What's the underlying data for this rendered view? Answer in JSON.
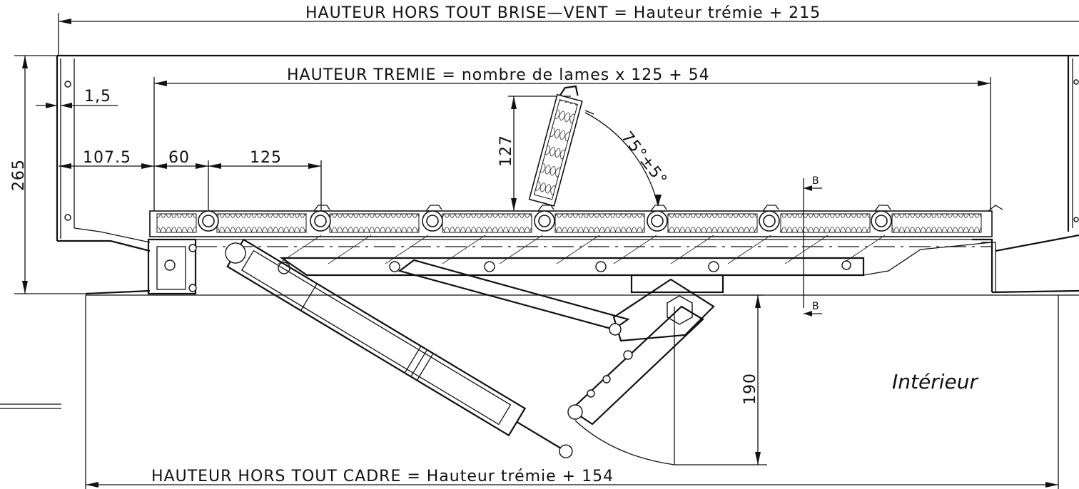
{
  "dimensions": {
    "top_overall": "HAUTEUR  HORS  TOUT  BRISE—VENT  =  Hauteur  trémie  +  215",
    "tremie": "HAUTEUR  TREMIE  =  nombre  de  lames  x  125  +  54",
    "bottom_overall": "HAUTEUR  HORS  TOUT  CADRE  =  Hauteur  trémie  +  154",
    "d_1_5": "1,5",
    "d_107_5": "107.5",
    "d_60": "60",
    "d_125": "125",
    "d_265": "265",
    "d_127": "127",
    "d_190": "190",
    "angle": "75°±5°"
  },
  "section_marker": {
    "top": "B",
    "bottom": "B"
  },
  "zone_label": "Intérieur",
  "slat_count": 8
}
